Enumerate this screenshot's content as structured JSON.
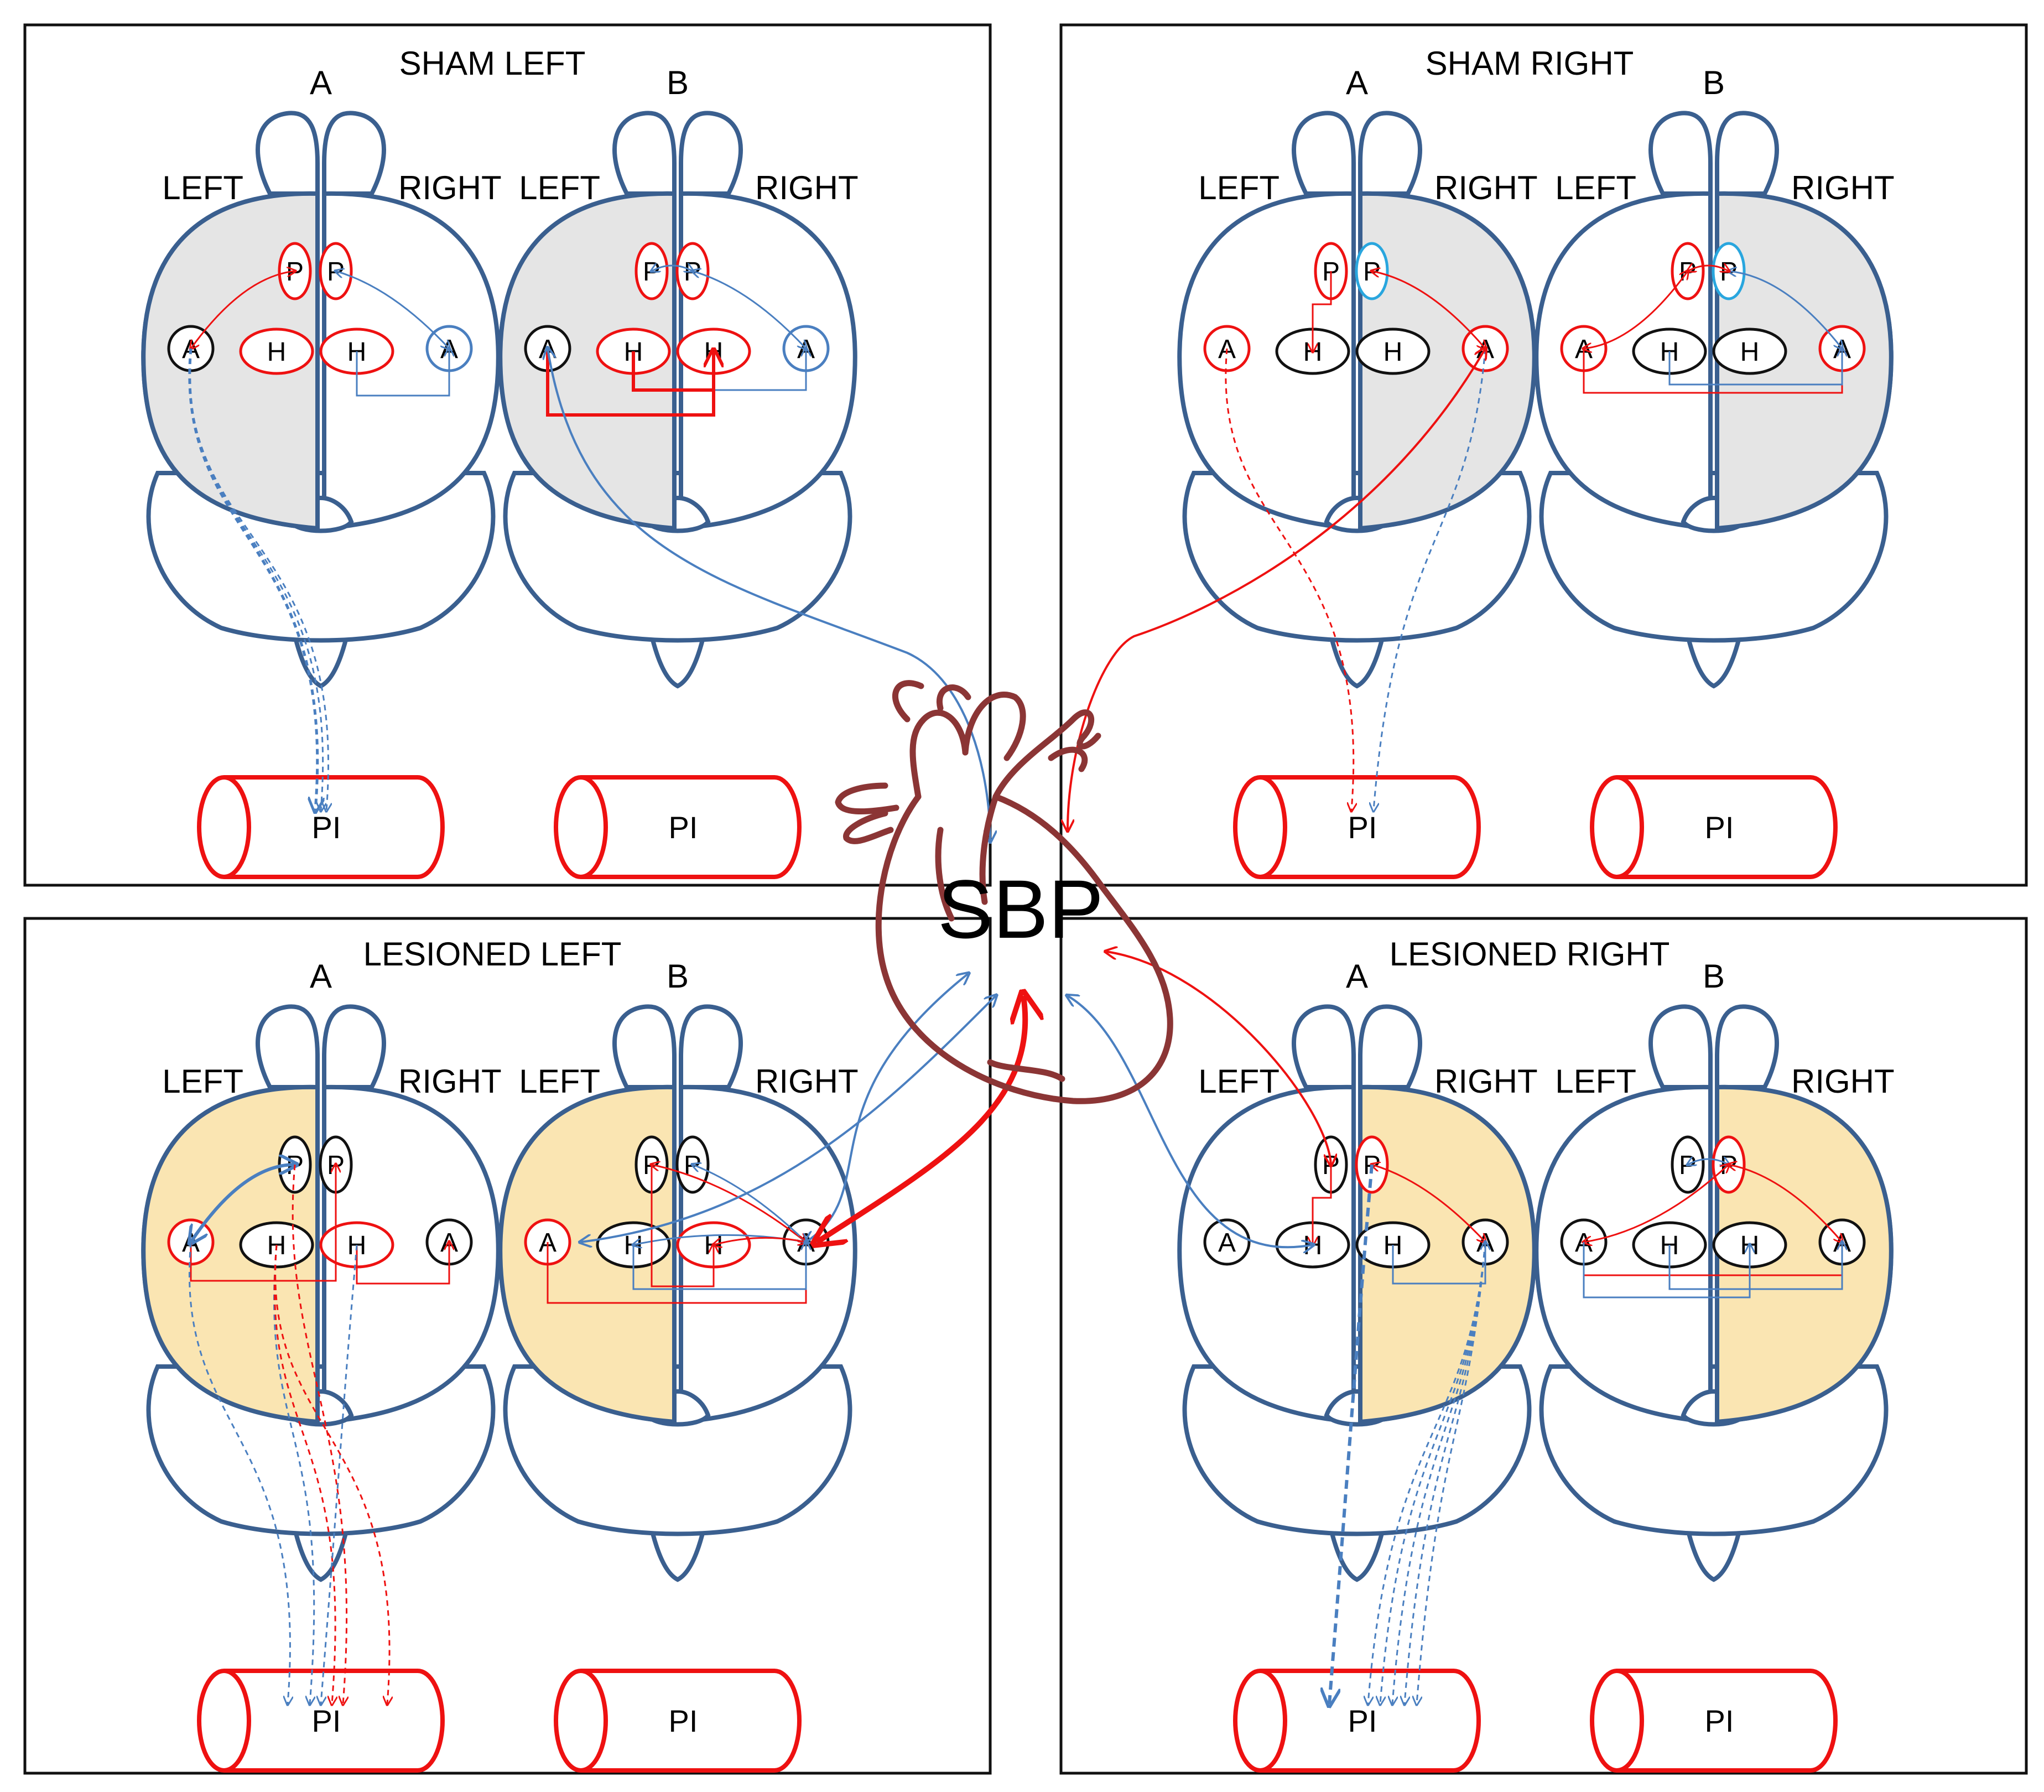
{
  "center_label": "SBP",
  "colors": {
    "sham_hemisphere": "#e5e5e5",
    "lesioned_hemisphere": "#fae5b2",
    "brain_outline": "#3a5f8f",
    "red": "#ee1111",
    "blue": "#4a7fc0",
    "heart": "#8b3535"
  },
  "panels": [
    {
      "title": "SHAM LEFT",
      "brains": [
        {
          "label": "A",
          "left": "LEFT",
          "right": "RIGHT",
          "pi": "PI",
          "nodes": {
            "lp": "P",
            "rp": "P",
            "lh": "H",
            "rh": "H",
            "la": "A",
            "ra": "A"
          }
        },
        {
          "label": "B",
          "left": "LEFT",
          "right": "RIGHT",
          "pi": "PI",
          "nodes": {
            "lp": "P",
            "rp": "P",
            "lh": "H",
            "rh": "H",
            "la": "A",
            "ra": "A"
          }
        }
      ]
    },
    {
      "title": "SHAM RIGHT",
      "brains": [
        {
          "label": "A",
          "left": "LEFT",
          "right": "RIGHT",
          "pi": "PI",
          "nodes": {
            "lp": "P",
            "rp": "P",
            "lh": "H",
            "rh": "H",
            "la": "A",
            "ra": "A"
          }
        },
        {
          "label": "B",
          "left": "LEFT",
          "right": "RIGHT",
          "pi": "PI",
          "nodes": {
            "lp": "P",
            "rp": "P",
            "lh": "H",
            "rh": "H",
            "la": "A",
            "ra": "A"
          }
        }
      ]
    },
    {
      "title": "LESIONED LEFT",
      "brains": [
        {
          "label": "A",
          "left": "LEFT",
          "right": "RIGHT",
          "pi": "PI",
          "nodes": {
            "lp": "P",
            "rp": "P",
            "lh": "H",
            "rh": "H",
            "la": "A",
            "ra": "A"
          }
        },
        {
          "label": "B",
          "left": "LEFT",
          "right": "RIGHT",
          "pi": "PI",
          "nodes": {
            "lp": "P",
            "rp": "P",
            "lh": "H",
            "rh": "H",
            "la": "A",
            "ra": "A"
          }
        }
      ]
    },
    {
      "title": "LESIONED RIGHT",
      "brains": [
        {
          "label": "A",
          "left": "LEFT",
          "right": "RIGHT",
          "pi": "PI",
          "nodes": {
            "lp": "P",
            "rp": "P",
            "lh": "H",
            "rh": "H",
            "la": "A",
            "ra": "A"
          }
        },
        {
          "label": "B",
          "left": "LEFT",
          "right": "RIGHT",
          "pi": "PI",
          "nodes": {
            "lp": "P",
            "rp": "P",
            "lh": "H",
            "rh": "H",
            "la": "A",
            "ra": "A"
          }
        }
      ]
    }
  ]
}
